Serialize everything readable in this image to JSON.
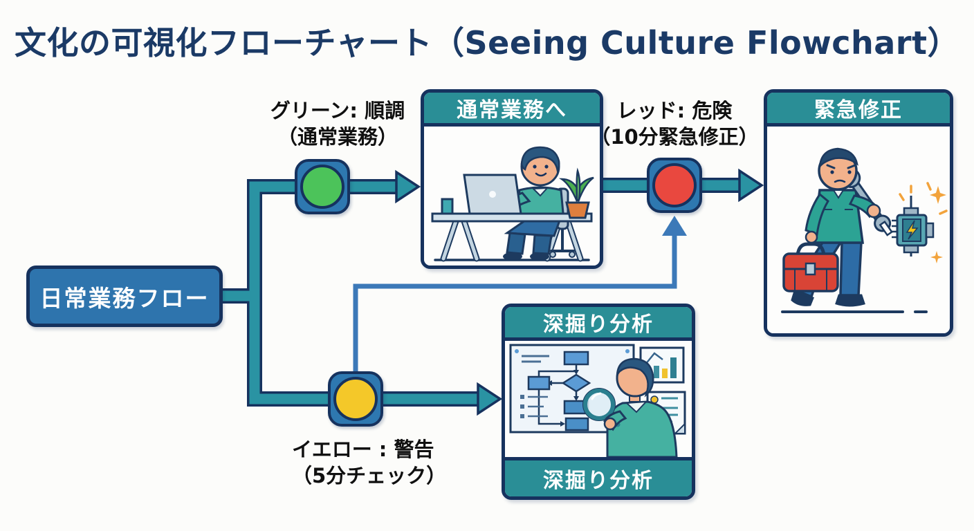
{
  "title": "文化の可視化フローチャート（Seeing Culture Flowchart）",
  "palette": {
    "background": "#fcfcfa",
    "title_text": "#1b3a66",
    "outline": "#16325e",
    "start_box": "#2e74ad",
    "node_square": "#2e78b0",
    "header_teal": "#2a8e96",
    "arrow_teal": "#2a93a3",
    "escalation_blue": "#3c79b8",
    "light_green": "#4cc35a",
    "light_yellow": "#f4c829",
    "light_red": "#e9483f",
    "label_text": "#101010"
  },
  "nodes": {
    "start": {
      "label": "日常業務フロー"
    },
    "green_signal": {
      "light": "green",
      "line1": "グリーン: 順調",
      "line2": "（通常業務）"
    },
    "yellow_signal": {
      "light": "yellow",
      "line1": "イエロー : 警告",
      "line2": "（5分チェック）"
    },
    "red_signal": {
      "light": "red",
      "line1": "レッド: 危険",
      "line2": "（10分緊急修正）"
    },
    "normal_work": {
      "header": "通常業務へ",
      "illustration": "person-working-at-desk-with-laptop-and-plant"
    },
    "deep_analysis": {
      "header": "深掘り分析",
      "footer": "深掘り分析",
      "illustration": "person-with-magnifier-analyzing-flowchart-board"
    },
    "emergency_fix": {
      "header": "緊急修正",
      "illustration": "repairman-with-wrench-toolbox-and-sparking-component"
    }
  },
  "edges": [
    {
      "from": "start",
      "to": "green_signal",
      "style": "thick-teal"
    },
    {
      "from": "start",
      "to": "yellow_signal",
      "style": "thick-teal"
    },
    {
      "from": "green_signal",
      "to": "normal_work",
      "style": "thick-teal-arrow"
    },
    {
      "from": "normal_work",
      "to": "red_signal",
      "style": "thick-teal"
    },
    {
      "from": "red_signal",
      "to": "emergency_fix",
      "style": "thick-teal-arrow"
    },
    {
      "from": "yellow_signal",
      "to": "deep_analysis",
      "style": "thick-teal-arrow"
    },
    {
      "from": "yellow_signal",
      "to": "red_signal",
      "style": "thin-blue-arrow"
    }
  ]
}
